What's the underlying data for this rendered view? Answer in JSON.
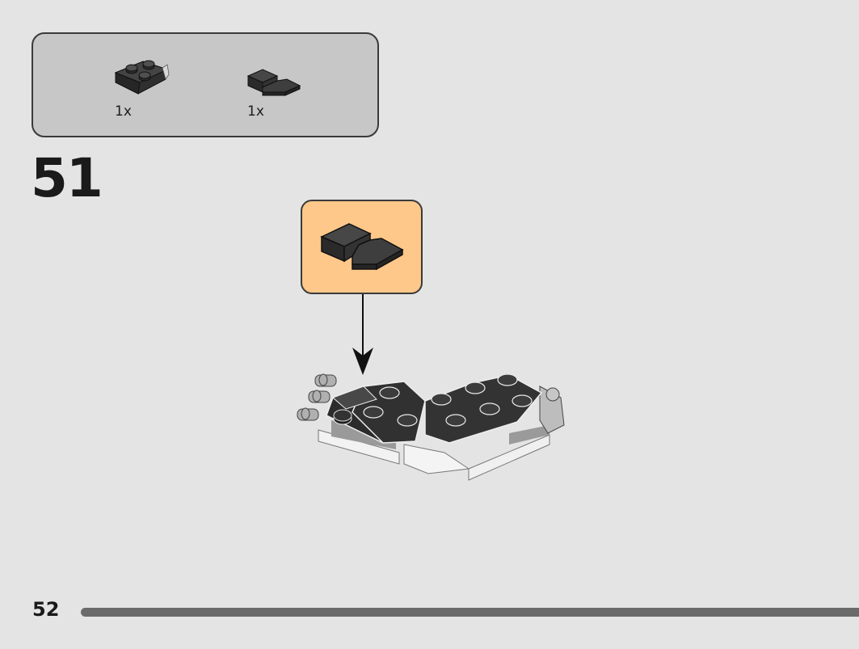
{
  "parts_list": {
    "items": [
      {
        "icon": "wedge-plate-2x2-icon",
        "color": "#3b3b3b",
        "quantity": "1x"
      },
      {
        "icon": "jumper-plate-tile-icon",
        "color": "#3b3b3b",
        "quantity": "1x"
      }
    ]
  },
  "step": {
    "number": "51"
  },
  "callout": {
    "icon": "jumper-plate-tile-icon",
    "background": "#fdc88a"
  },
  "footer": {
    "page_number": "52"
  }
}
